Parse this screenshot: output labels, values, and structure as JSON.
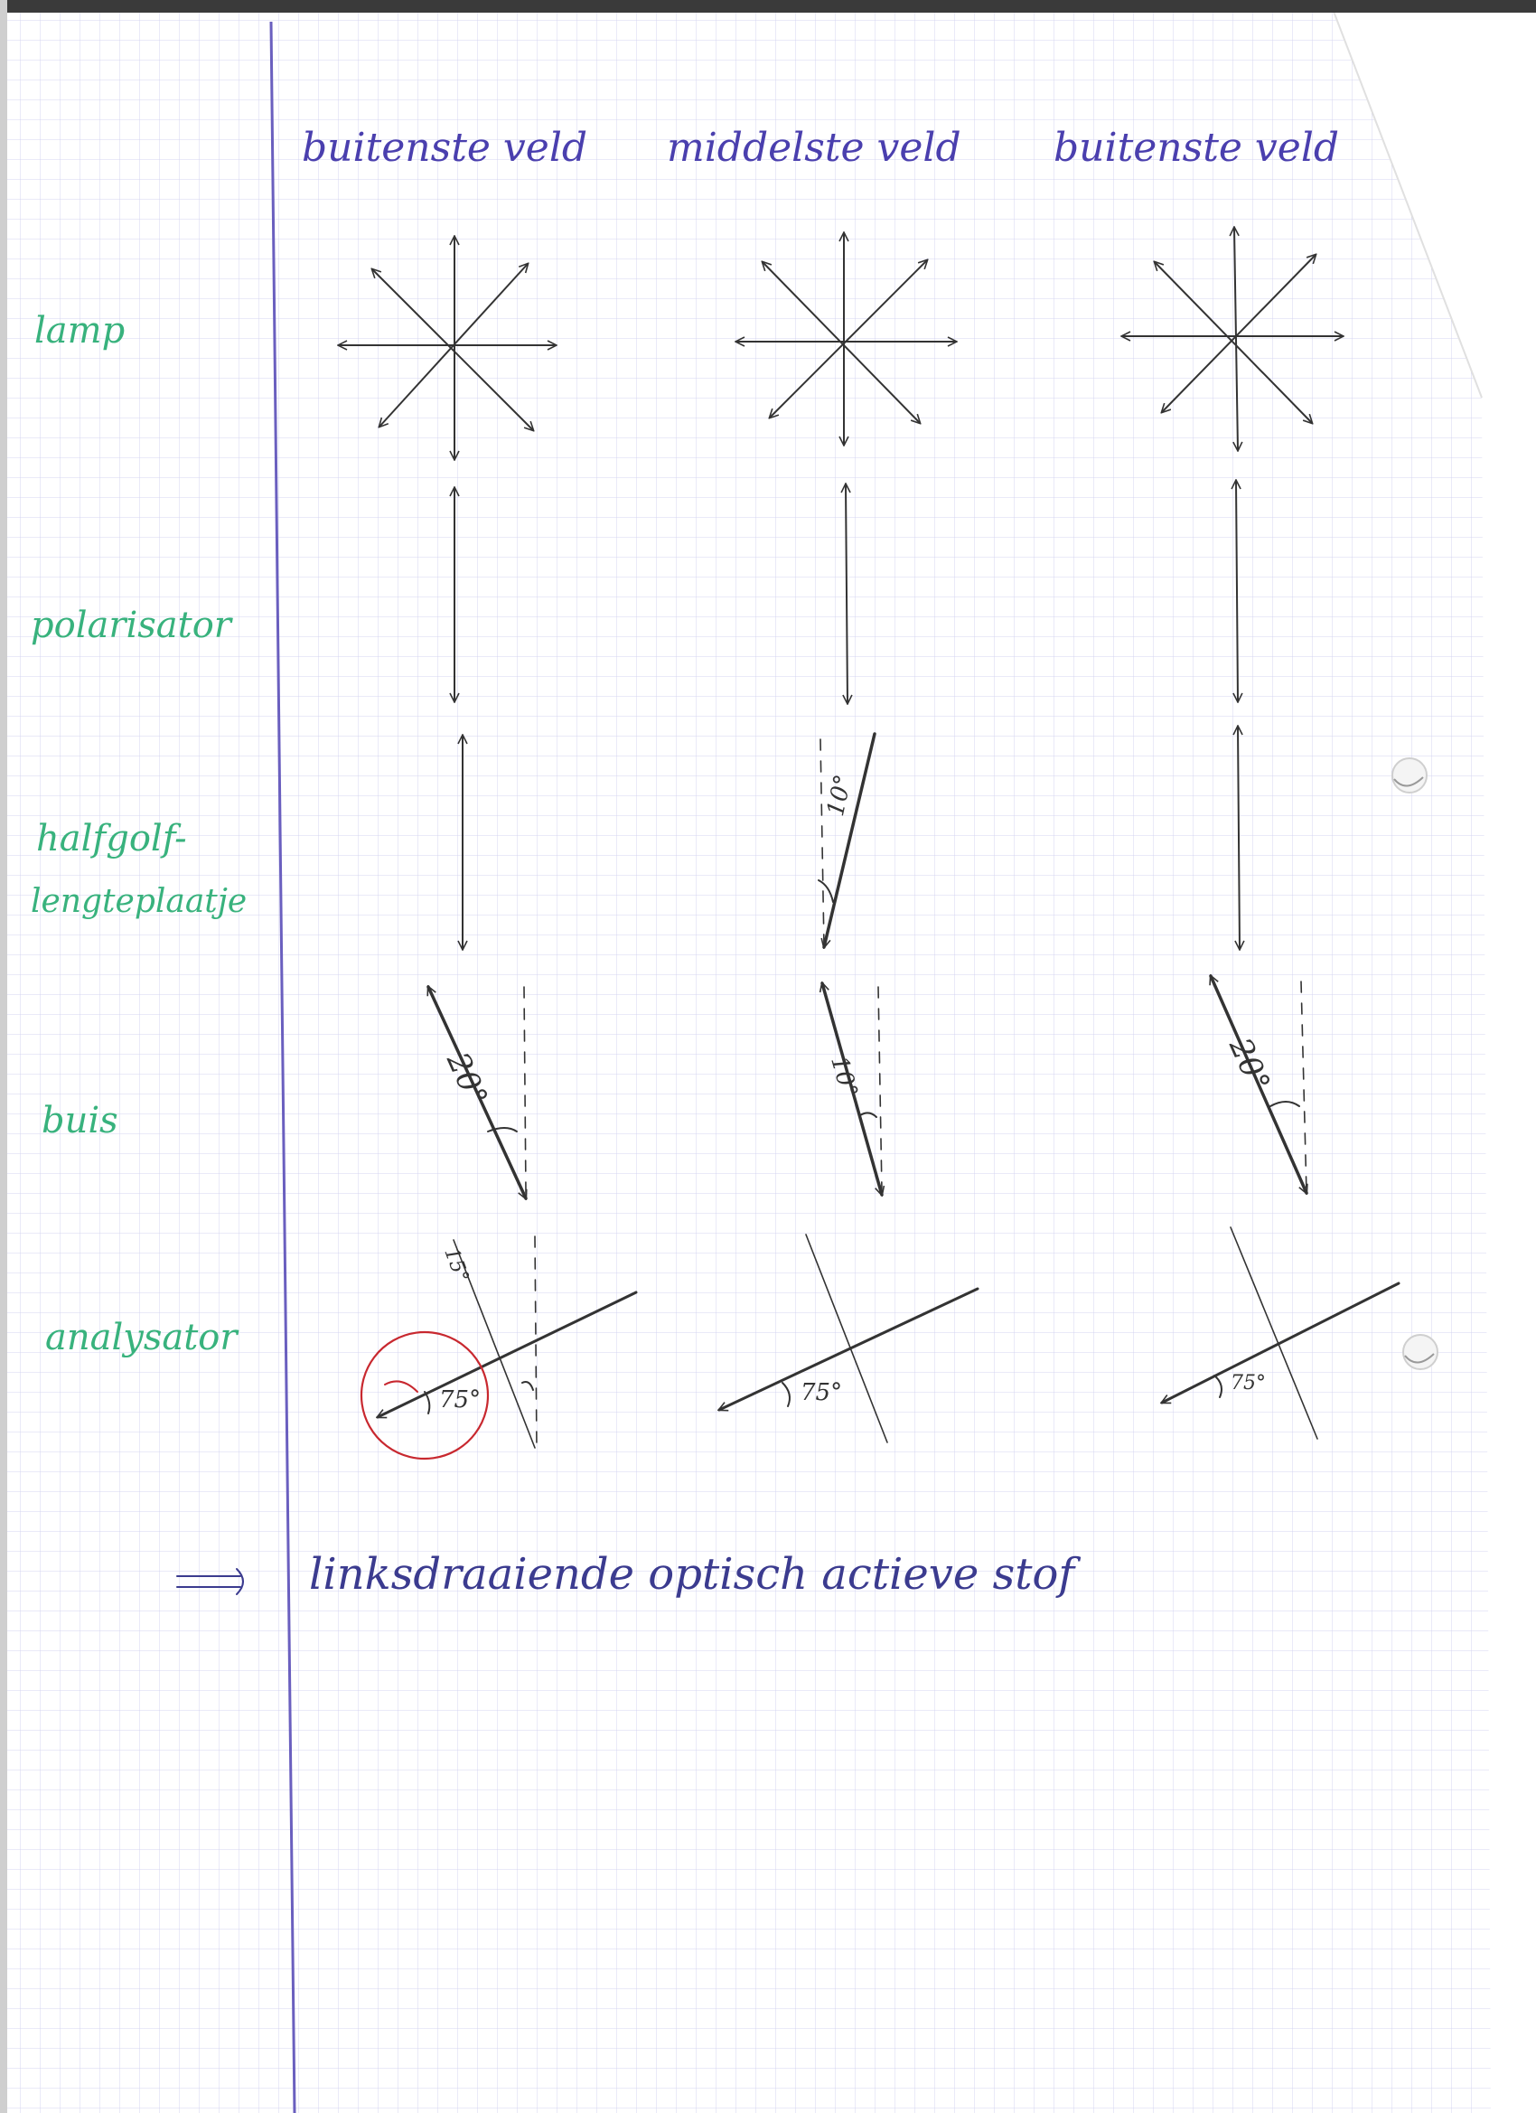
{
  "columns": [
    {
      "header": "buitenste veld",
      "wave_plate_angle": "",
      "tube_angle": "20°",
      "analyser_angle": "75°",
      "analyser_extra_angle": "15°"
    },
    {
      "header": "middelste veld",
      "wave_plate_angle": "10°",
      "tube_angle": "10°",
      "analyser_angle": "75°",
      "analyser_extra_angle": ""
    },
    {
      "header": "buitenste veld",
      "wave_plate_angle": "",
      "tube_angle": "20°",
      "analyser_angle": "75°",
      "analyser_extra_angle": ""
    }
  ],
  "rows": {
    "lamp": "lamp",
    "polarisator": "polarisator",
    "halfgolf_line1": "halfgolf-",
    "halfgolf_line2": "lengteplaatje",
    "buis": "buis",
    "analysator": "analysator"
  },
  "conclusion": {
    "arrow": "⟹",
    "text": "linksdraaiende optisch actieve stof"
  },
  "colors": {
    "headers": "#4a3fae",
    "row_labels": "#38b27d",
    "diagram_ink": "#333333",
    "margin_line": "#6a5fbf",
    "grid": "#d4d4f0",
    "correction_circle": "#c8282f"
  }
}
